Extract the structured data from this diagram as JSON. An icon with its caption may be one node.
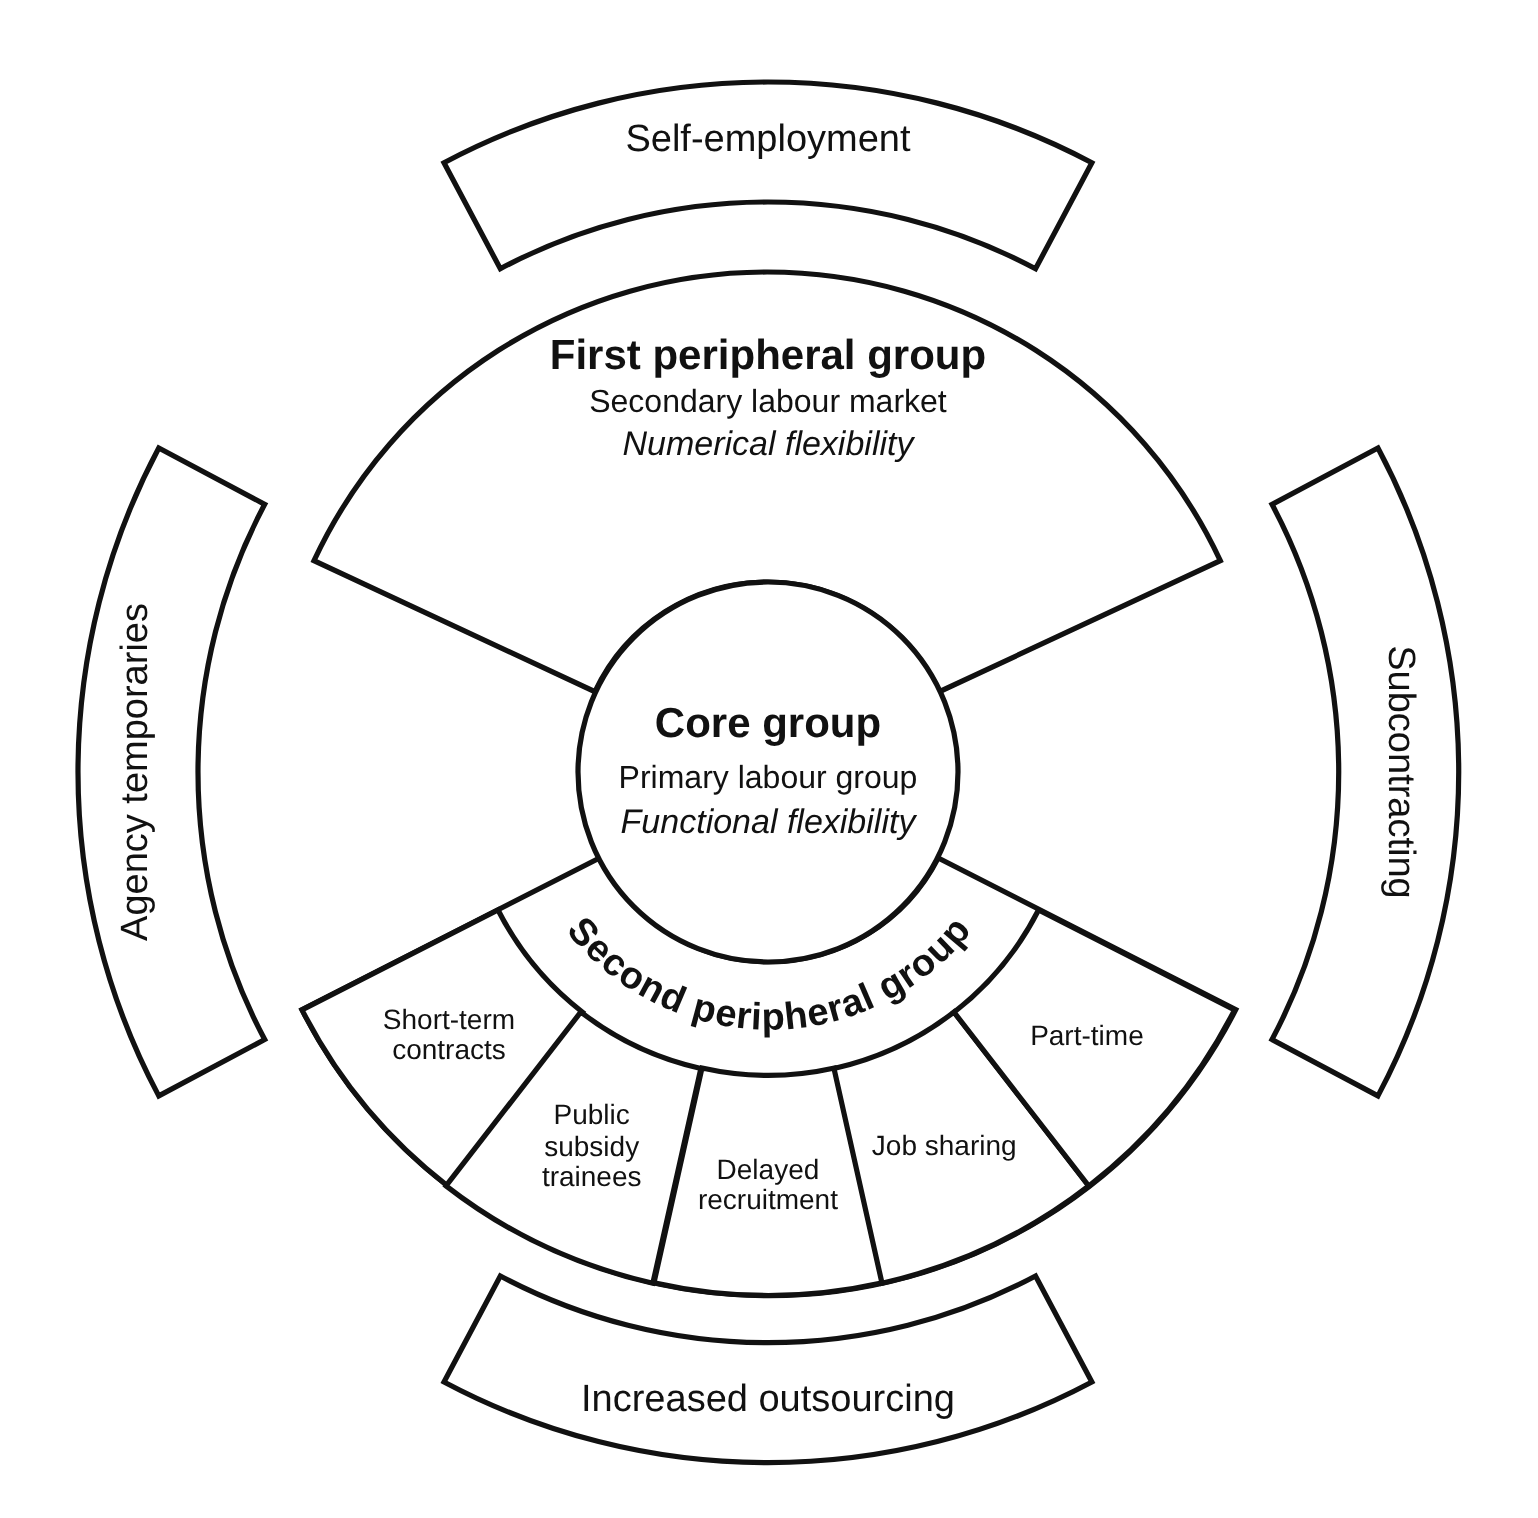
{
  "diagram": {
    "nodes": [
      {
        "text": [
          "Self-employment"
        ]
      },
      {
        "text": [
          "First peripheral group",
          "Secondary labour market",
          "Numerical flexibility"
        ]
      },
      {
        "text": [
          "Agency temporaries"
        ]
      },
      {
        "text": [
          "Subcontracting"
        ]
      },
      {
        "text": [
          "Core group",
          "Primary labour group",
          "Functional flexibility"
        ]
      },
      {
        "text": [
          "Second peripheral group"
        ]
      },
      {
        "text": [
          "Short-term contracts"
        ],
        "in": 5
      },
      {
        "text": [
          "Public subsidy trainees"
        ],
        "in": 5
      },
      {
        "text": [
          "Delayed recruitment"
        ],
        "in": 5
      },
      {
        "text": [
          "Job sharing"
        ],
        "in": 5
      },
      {
        "text": [
          "Part-time"
        ],
        "in": 5
      },
      {
        "text": [
          "Increased outsourcing"
        ]
      }
    ]
  }
}
